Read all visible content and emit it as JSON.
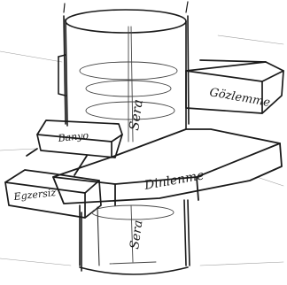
{
  "diagram": {
    "labels": {
      "sera_upper": "Sera",
      "sera_lower": "Sera",
      "gozlemme": "Gözlemme",
      "banyo": "Banyo",
      "dinlenme": "Dinlenme",
      "egzersiz": "Egzersiz"
    },
    "ink_color": "#1a1a1a",
    "paper_color": "#ffffff"
  }
}
